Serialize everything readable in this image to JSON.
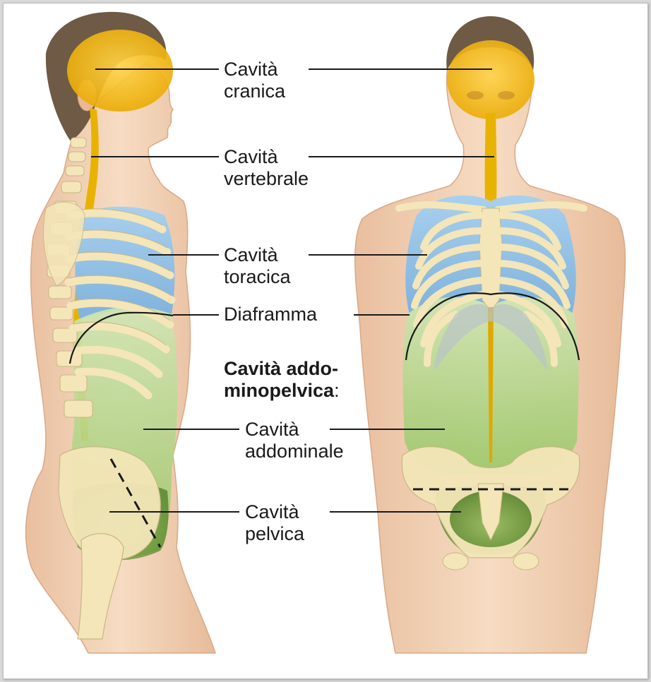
{
  "labels": {
    "cranial": {
      "line1": "Cavità",
      "line2": "cranica"
    },
    "vertebral": {
      "line1": "Cavità",
      "line2": "vertebrale"
    },
    "thoracic": {
      "line1": "Cavità",
      "line2": "toracica"
    },
    "diaphragm": {
      "line1": "Diaframma"
    },
    "abdominopelvic": {
      "line1": "Cavità addo-",
      "line2": "minopelvica",
      "colon": ":"
    },
    "abdominal": {
      "line1": "Cavità",
      "line2": "addominale"
    },
    "pelvic": {
      "line1": "Cavità",
      "line2": "pelvica"
    }
  },
  "colors": {
    "skin": "#f3d4b8",
    "skin_shadow": "#e2b596",
    "hair": "#6e5a45",
    "bone": "#f4e6b8",
    "bone_outline": "#c9b684",
    "cranial_cavity": "#f0b400",
    "thoracic_cavity": "#8fbfe4",
    "abdominal_cavity": "#b6d98b",
    "pelvic_cavity": "#6f9a3a",
    "leader_line": "#1a1a1a"
  }
}
